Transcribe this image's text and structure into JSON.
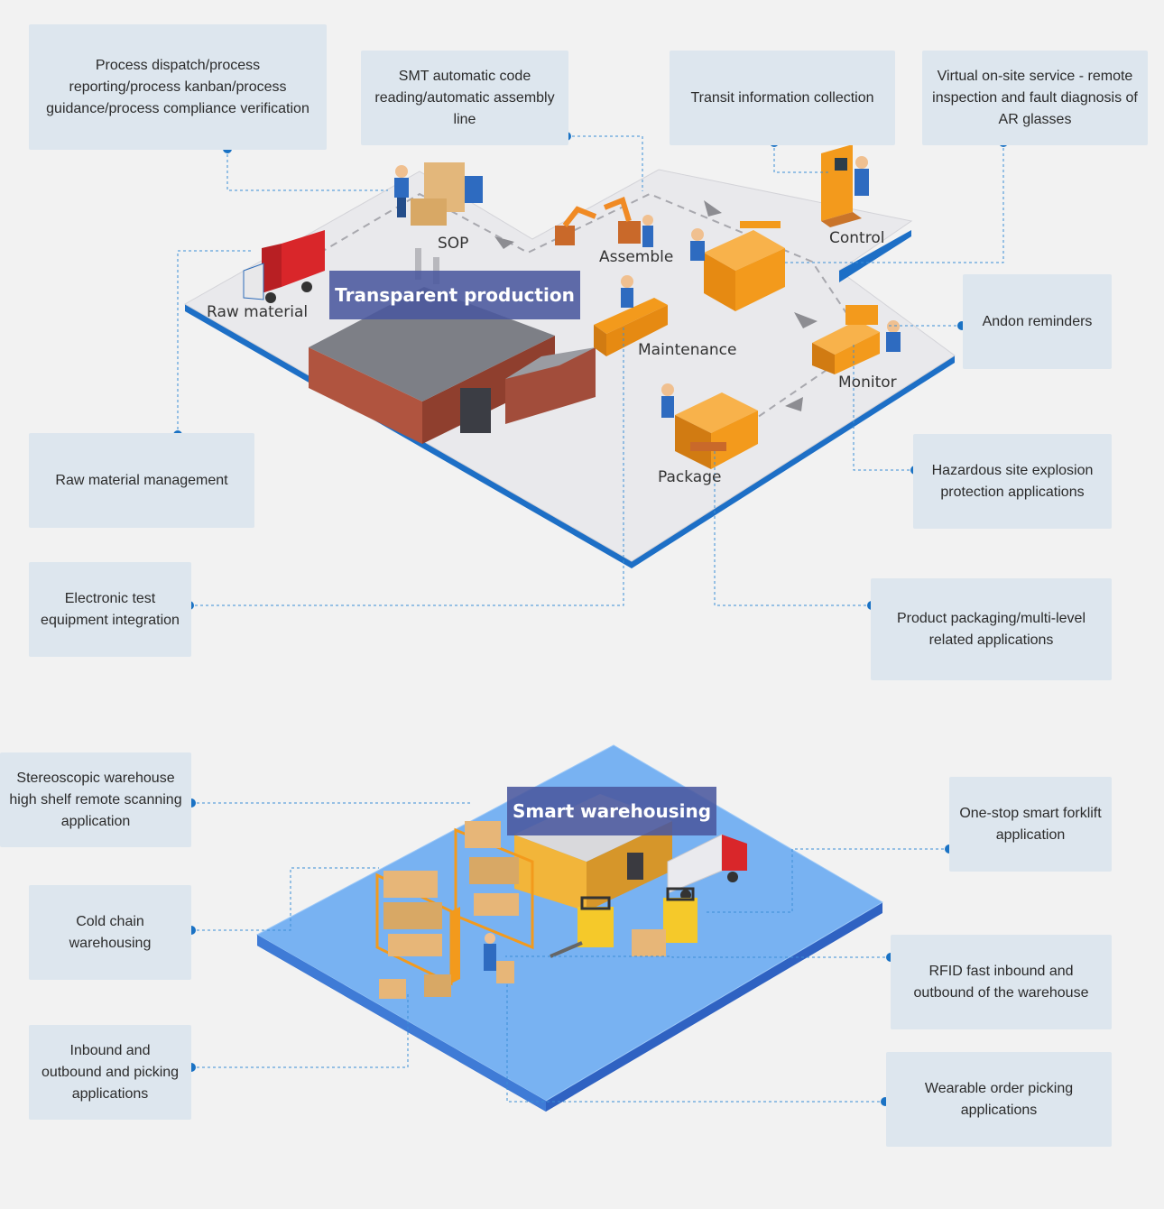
{
  "production": {
    "banner": "Transparent production",
    "stations": {
      "sop": "SOP",
      "assemble": "Assemble",
      "control": "Control",
      "raw_material": "Raw material",
      "maintenance": "Maintenance",
      "monitor": "Monitor",
      "package": "Package"
    },
    "callouts": {
      "process_dispatch": "Process dispatch/process reporting/process kanban/process guidance/process compliance verification",
      "smt": "SMT automatic code reading/automatic assembly line",
      "transit": "Transit information collection",
      "virtual_service": "Virtual on-site service - remote inspection and fault diagnosis of AR glasses",
      "andon": "Andon reminders",
      "raw_mgmt": "Raw material management",
      "hazardous": "Hazardous site explosion protection applications",
      "electronic_test": "Electronic test equipment integration",
      "packaging": "Product packaging/multi-level related applications"
    }
  },
  "warehousing": {
    "banner": "Smart warehousing",
    "callouts": {
      "stereoscopic": "Stereoscopic warehouse high shelf remote scanning application",
      "forklift": "One-stop smart forklift application",
      "cold_chain": "Cold chain warehousing",
      "rfid": "RFID fast inbound and outbound of the warehouse",
      "inbound_picking": "Inbound and outbound and picking applications",
      "wearable": "Wearable order picking applications"
    }
  },
  "colors": {
    "platform_top": "#e9e9ec",
    "platform_edge": "#1d6fc6",
    "warehouse_floor": "#78b2f2",
    "banner_bg": "#5b6aa6",
    "callout_bg": "#dde6ee",
    "dot": "#1a72c4",
    "machine": "#f39a1c"
  }
}
